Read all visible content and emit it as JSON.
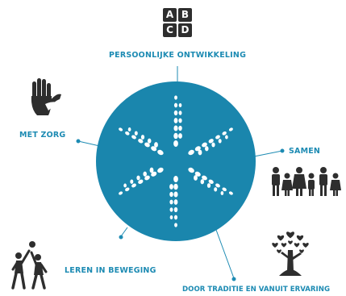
{
  "colors": {
    "accent": "#1d8bb3",
    "circle": "#1a86ad",
    "icon": "#2e2e2e",
    "dots": "#ffffff"
  },
  "icons": {
    "top": "abcd-blocks-icon",
    "left": "hand-in-hand-icon",
    "right": "family-group-icon",
    "bottom_left": "playing-children-icon",
    "bottom_right": "heart-tree-icon"
  },
  "center_glyph": "dotted-star",
  "labels": {
    "top": "PERSOONLIJKE ONTWIKKELING",
    "left": "MET ZORG",
    "right": "SAMEN",
    "bottom_left": "LEREN IN BEWEGING",
    "bottom_right": "DOOR TRADITIE EN VANUIT ERVARING"
  },
  "abcd": {
    "cells": [
      "A",
      "B",
      "C",
      "D"
    ]
  }
}
